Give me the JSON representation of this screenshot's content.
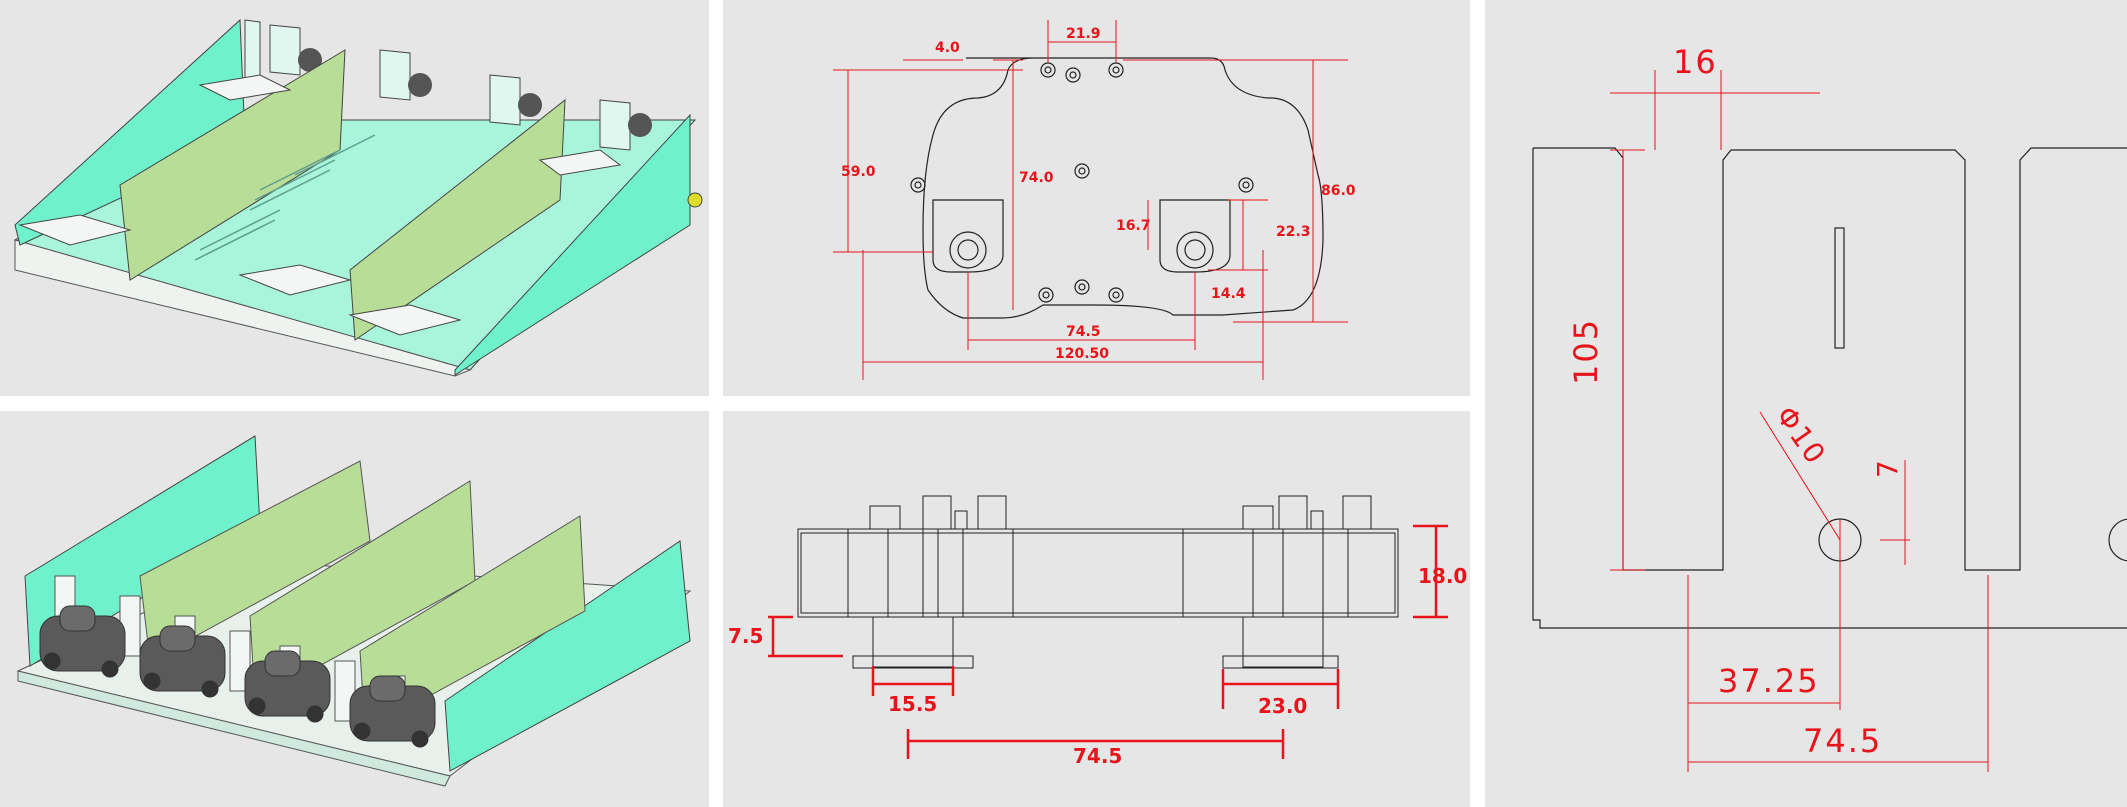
{
  "panels": {
    "iso_top": {},
    "iso_bottom": {},
    "front_view": {
      "dims": {
        "d_4_0": "4.0",
        "d_21_9": "21.9",
        "d_59_0": "59.0",
        "d_74_0": "74.0",
        "d_86_0": "86.0",
        "d_16_7": "16.7",
        "d_22_3": "22.3",
        "d_14_4": "14.4",
        "d_74_5": "74.5",
        "d_120_50": "120.50"
      }
    },
    "side_view": {
      "dims": {
        "d_18_0": "18.0",
        "d_7_5": "7.5",
        "d_15_5": "15.5",
        "d_23_0": "23.0",
        "d_74_5": "74.5"
      }
    },
    "detail_view": {
      "dims": {
        "d_16": "16",
        "d_105": "105",
        "d_phi10": "Φ10",
        "d_7": "7",
        "d_37_25": "37.25",
        "d_74_5": "74.5"
      }
    }
  },
  "colors": {
    "panel_bg": "#e6e6e6",
    "dimension_red": "#e8141b",
    "rail_teal": "#6ff2cc",
    "divider_green": "#b8dd96",
    "base_mint": "#a8f5dc",
    "part_dark": "#5a5a5a"
  }
}
